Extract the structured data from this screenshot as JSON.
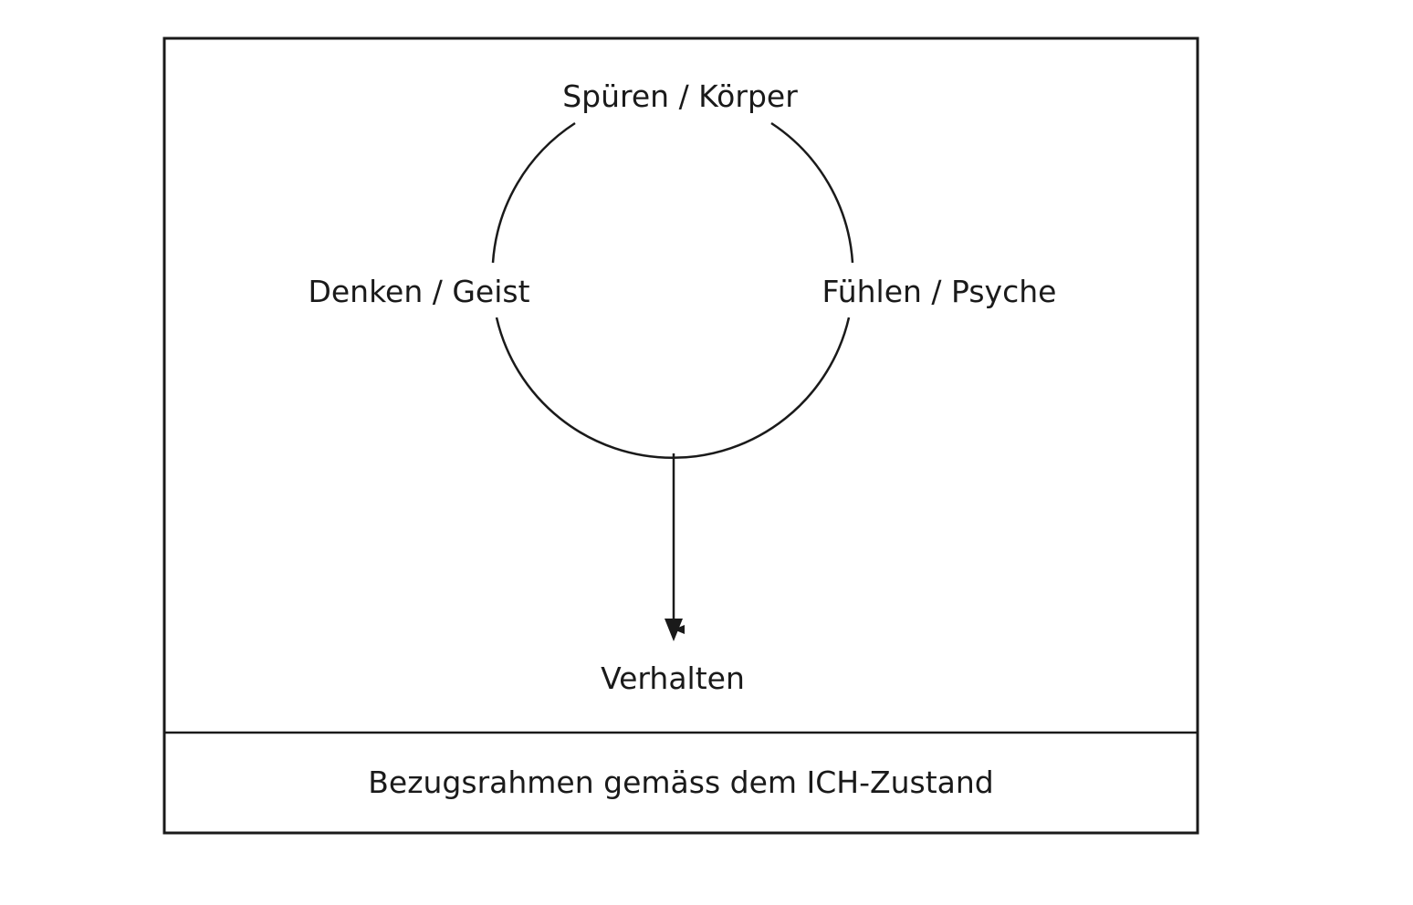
{
  "nodes": {
    "top": "Spüren / Körper",
    "left": "Denken / Geist",
    "right": "Fühlen / Psyche",
    "bottom": "Verhalten"
  },
  "footer": {
    "caption": "Bezugsrahmen gemäss dem ICH-Zustand"
  },
  "colors": {
    "stroke": "#1a1a1a",
    "text": "#1a1a1a",
    "background": "#ffffff"
  }
}
